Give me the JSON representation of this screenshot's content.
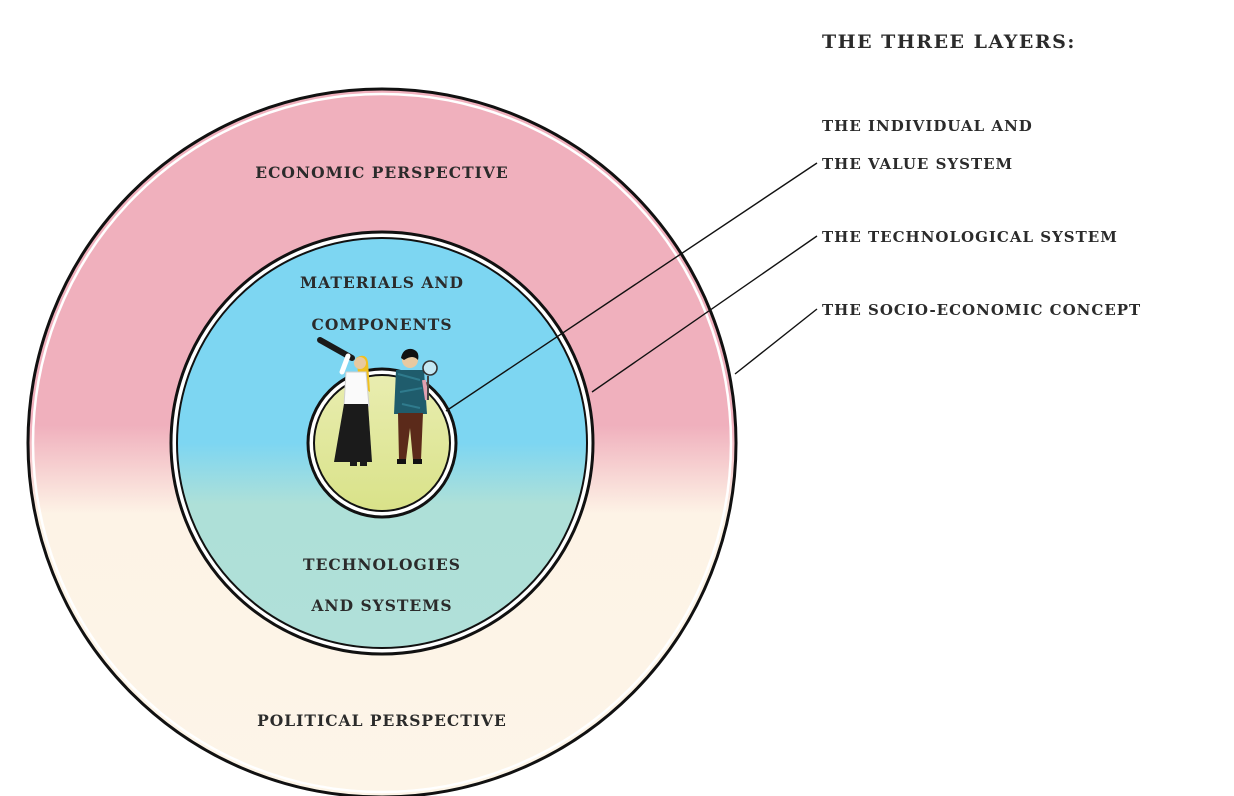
{
  "title": "THE THREE LAYERS:",
  "outer_ring": {
    "top_label": "ECONOMIC PERSPECTIVE",
    "bottom_label": "POLITICAL PERSPECTIVE",
    "color_top": "#f0b0bd",
    "color_bottom": "#fdf5e8"
  },
  "middle_ring": {
    "top_label_line1": "MATERIALS AND",
    "top_label_line2": "COMPONENTS",
    "bottom_label_line1": "TECHNOLOGIES",
    "bottom_label_line2": "AND SYSTEMS",
    "color_top": "#7dd6f2",
    "color_bottom": "#b0e0d9"
  },
  "inner_circle": {
    "color_top": "#e7ecaa",
    "color_bottom": "#dbe48c",
    "figures": [
      "person-with-telescope",
      "person-with-magnifier"
    ]
  },
  "layers": [
    {
      "line1": "THE INDIVIDUAL AND",
      "line2": "THE VALUE SYSTEM"
    },
    {
      "line1": "THE TECHNOLOGICAL SYSTEM",
      "line2": ""
    },
    {
      "line1": "THE SOCIO-ECONOMIC CONCEPT",
      "line2": ""
    }
  ]
}
